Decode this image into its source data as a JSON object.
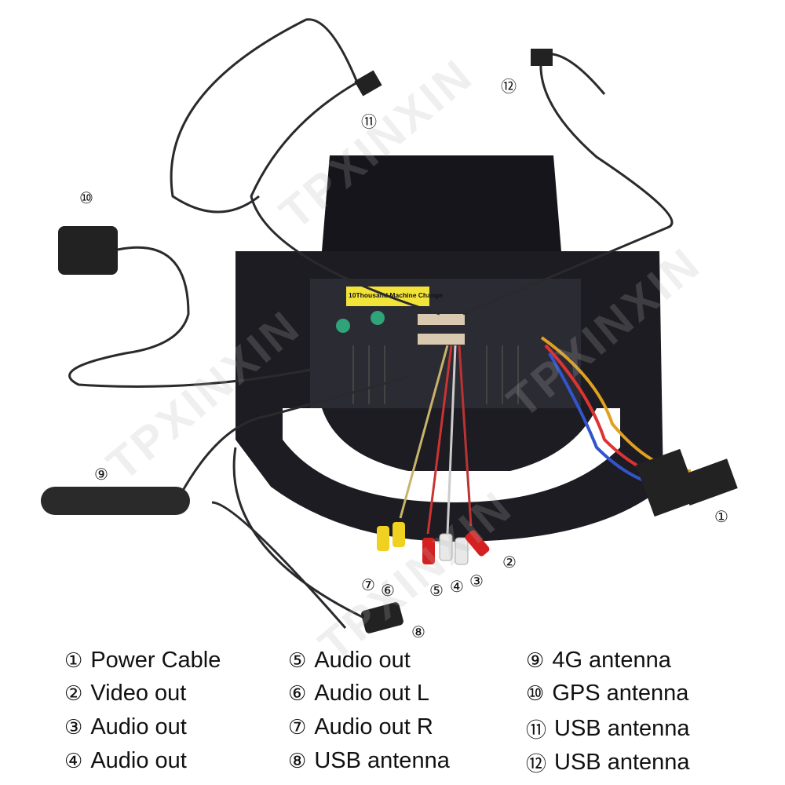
{
  "watermark": "TPXINXIN",
  "sticker": {
    "line1": "10Thousand Machine Change"
  },
  "callouts": [
    "①",
    "②",
    "③",
    "④",
    "⑤",
    "⑥",
    "⑦",
    "⑧",
    "⑨",
    "⑩",
    "⑪",
    "⑫"
  ],
  "legend": [
    {
      "num": "①",
      "label": "Power Cable"
    },
    {
      "num": "②",
      "label": "Video out"
    },
    {
      "num": "③",
      "label": "Audio out"
    },
    {
      "num": "④",
      "label": "Audio out"
    },
    {
      "num": "⑤",
      "label": "Audio out"
    },
    {
      "num": "⑥",
      "label": "Audio out L"
    },
    {
      "num": "⑦",
      "label": "Audio out R"
    },
    {
      "num": "⑧",
      "label": "USB antenna"
    },
    {
      "num": "⑨",
      "label": "4G antenna"
    },
    {
      "num": "⑩",
      "label": "GPS antenna"
    },
    {
      "num": "⑪",
      "label": "USB antenna"
    },
    {
      "num": "⑫",
      "label": "USB antenna"
    }
  ],
  "colors": {
    "unit": "#1c1c22",
    "cable": "#2a2a2e",
    "sticker": "#f2e33a",
    "rca_yellow": "#f0d020",
    "rca_red": "#d42020",
    "rca_white": "#e8e8e8"
  }
}
